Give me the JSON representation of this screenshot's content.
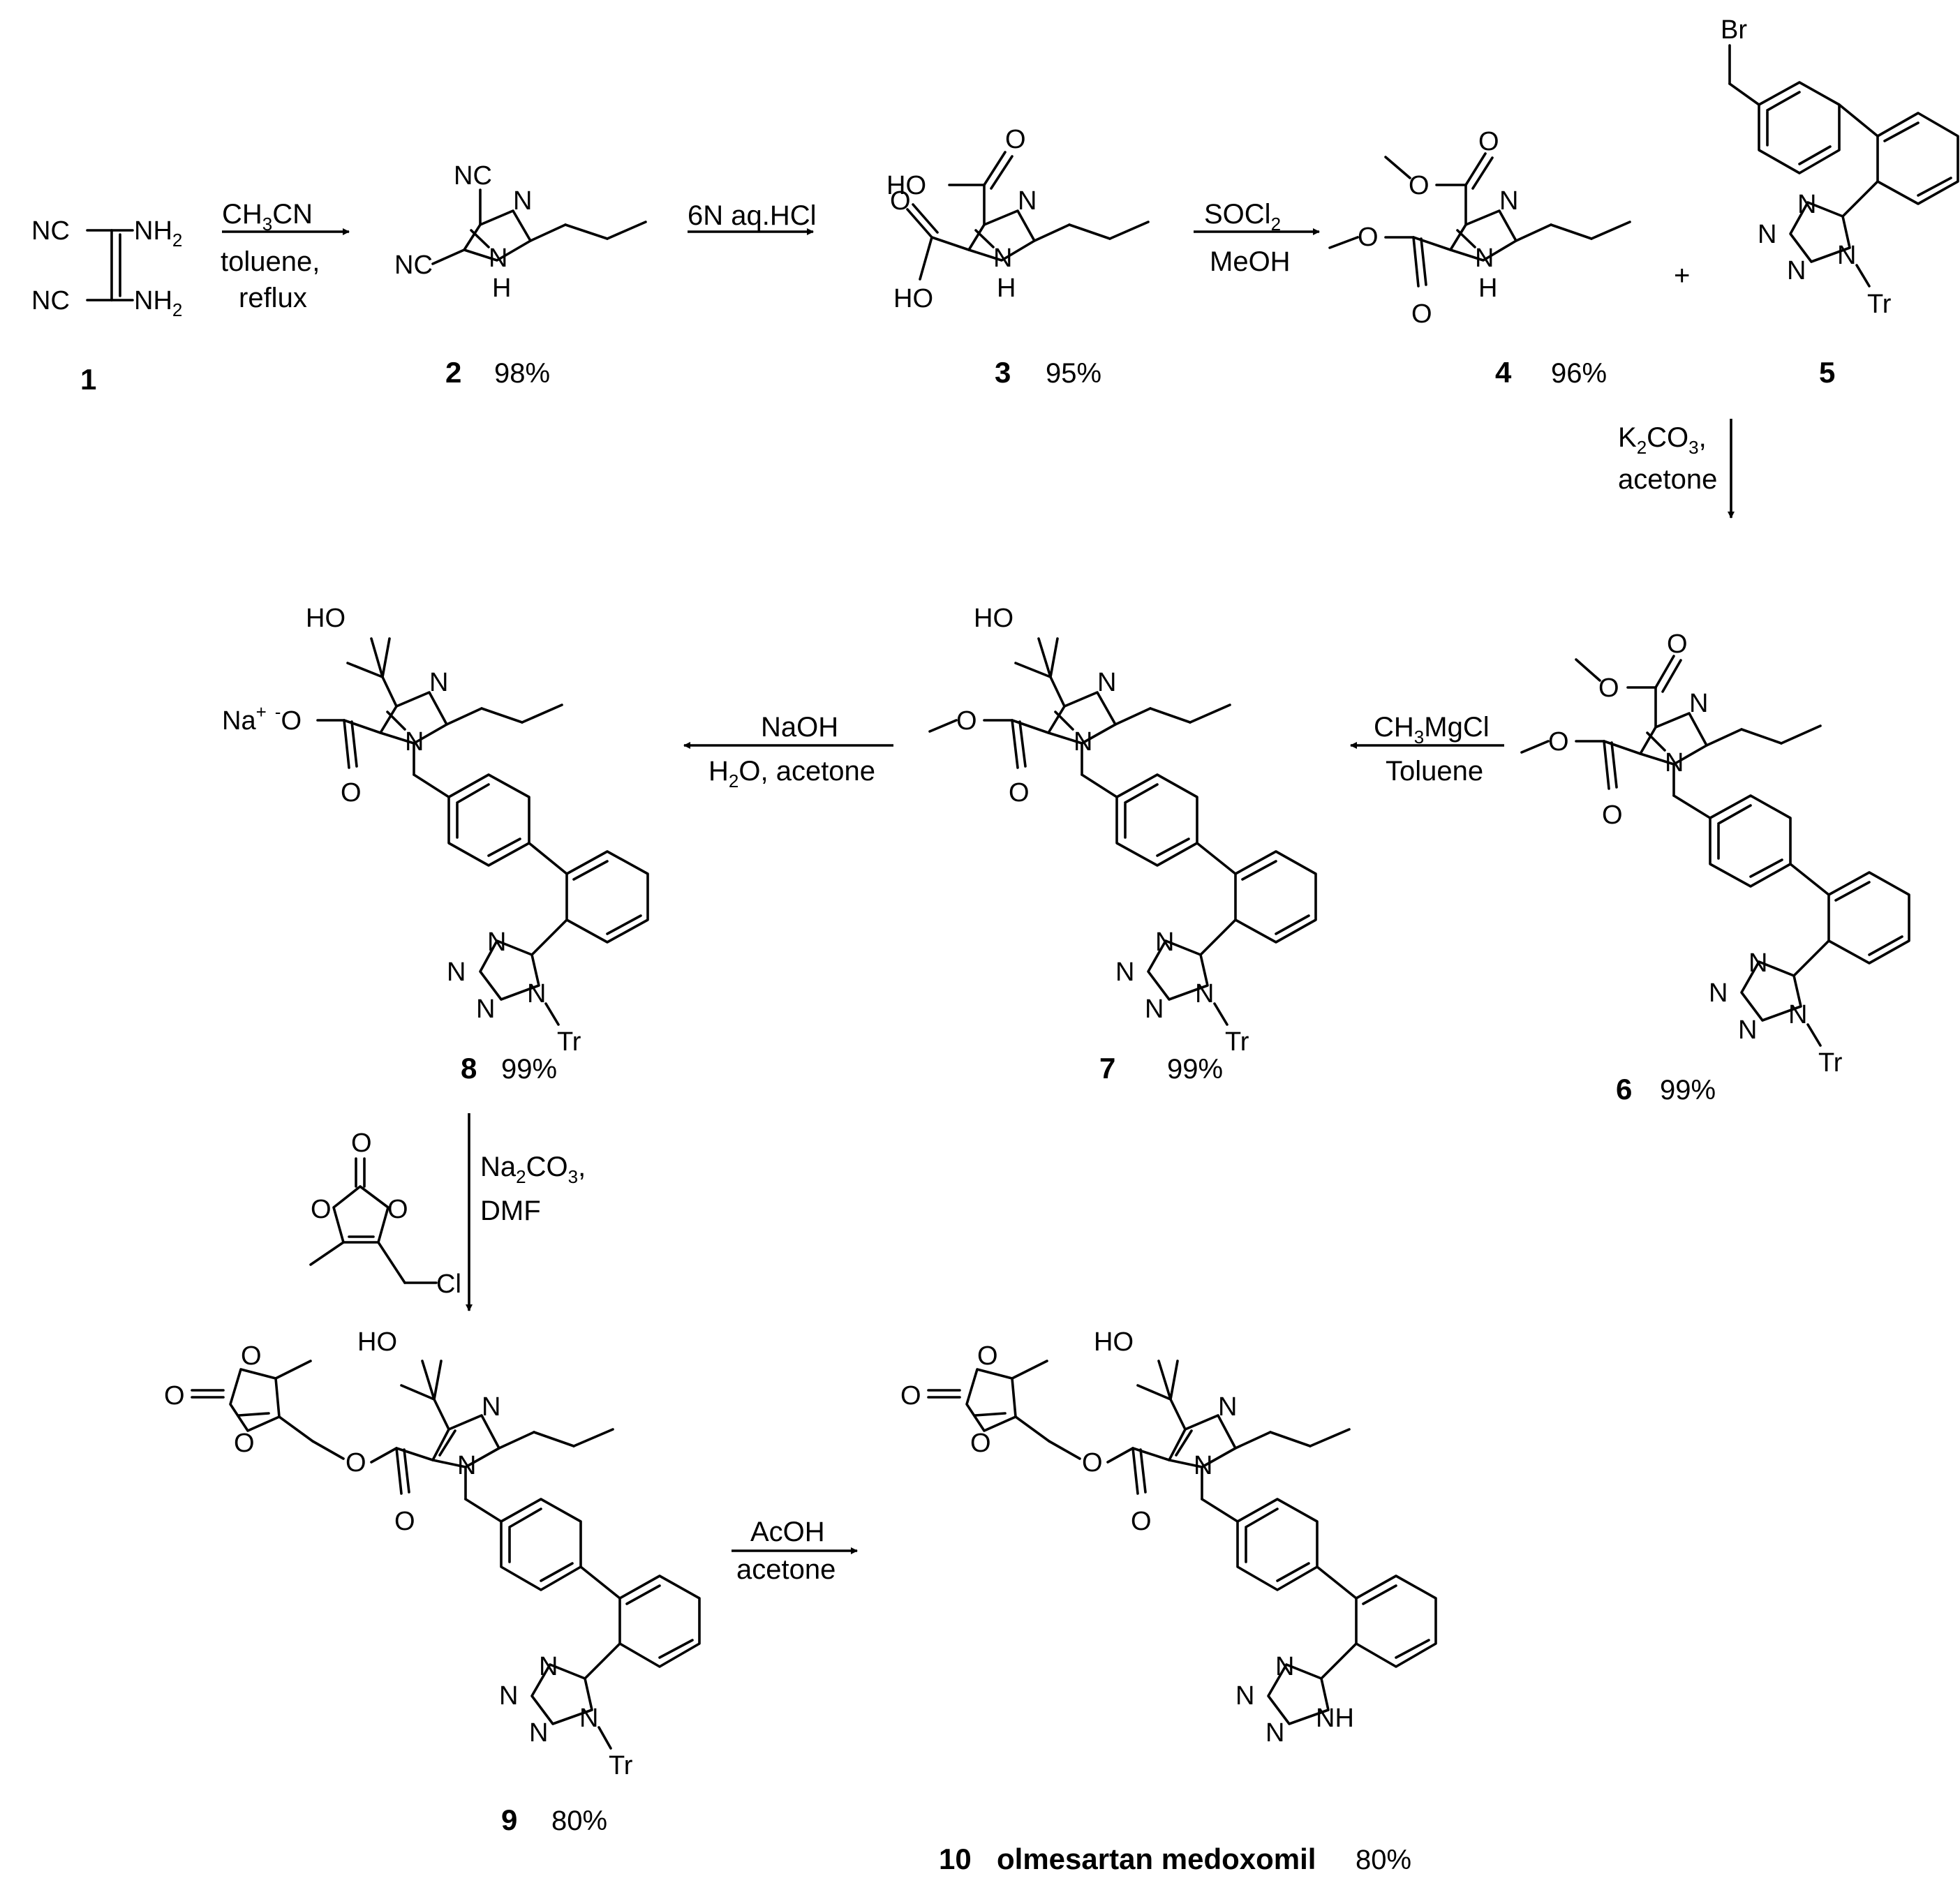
{
  "atoms": {
    "N": "N",
    "NH": "NH",
    "H": "H",
    "NC": "NC",
    "NH2": "NH",
    "sub2": "2",
    "sub3": "3",
    "O": "O",
    "HO": "HO",
    "Br": "Br",
    "Tr": "Tr",
    "Cl": "Cl",
    "Na": "Na",
    "plus_sup": "+",
    "minus_sup": "-",
    "plus": "+"
  },
  "compounds": [
    {
      "num": "1",
      "yield": ""
    },
    {
      "num": "2",
      "yield": "98%"
    },
    {
      "num": "3",
      "yield": "95%"
    },
    {
      "num": "4",
      "yield": "96%"
    },
    {
      "num": "5",
      "yield": ""
    },
    {
      "num": "6",
      "yield": "99%"
    },
    {
      "num": "7",
      "yield": "99%"
    },
    {
      "num": "8",
      "yield": "99%"
    },
    {
      "num": "9",
      "yield": "80%"
    },
    {
      "num": "10",
      "name": "olmesartan medoxomil",
      "yield": "80%"
    }
  ],
  "conditions": {
    "step1": {
      "line1a": "CH",
      "line1b": "3",
      "line1c": "CN",
      "line2": "toluene,",
      "line3": "reflux"
    },
    "step2": {
      "line1": "6N aq.HCl"
    },
    "step3": {
      "line1a": "SOCl",
      "line1b": "2",
      "line2": "MeOH"
    },
    "step4": {
      "line1a": "K",
      "line1b": "2",
      "line1c": "CO",
      "line1d": "3",
      "line1e": ",",
      "line2": "acetone"
    },
    "step5": {
      "line1a": "CH",
      "line1b": "3",
      "line1c": "MgCl",
      "line2": "Toluene"
    },
    "step6": {
      "line1": "NaOH",
      "line2a": "H",
      "line2b": "2",
      "line2c": "O, acetone"
    },
    "step7": {
      "line1a": "Na",
      "line1b": "2",
      "line1c": "CO",
      "line1d": "3",
      "line1e": ",",
      "line2": "DMF"
    },
    "step8": {
      "line1": "AcOH",
      "line2": "acetone"
    }
  }
}
